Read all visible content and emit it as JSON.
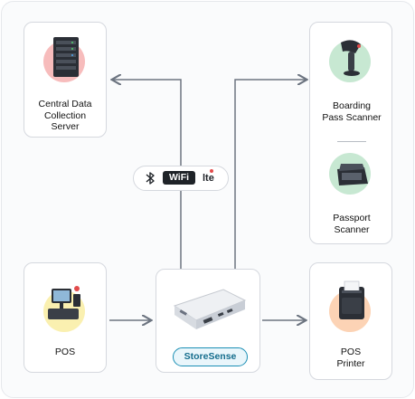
{
  "nodes": {
    "server": {
      "label_lines": [
        "Central Data",
        "Collection",
        "Server"
      ]
    },
    "boarding": {
      "label_lines": [
        "Boarding",
        "Pass Scanner"
      ]
    },
    "passport": {
      "label_lines": [
        "Passport",
        "Scanner"
      ]
    },
    "pos": {
      "label_lines": [
        "POS"
      ]
    },
    "printer": {
      "label_lines": [
        "POS",
        "Printer"
      ]
    },
    "storesense": {
      "label": "StoreSense"
    }
  },
  "connectivity": {
    "wifi_text": "WiFi",
    "lte_text": "lte"
  },
  "colors": {
    "server_circle": "#f7bcbc",
    "boarding_circle": "#c7e8d2",
    "passport_circle": "#c7e8d2",
    "pos_circle": "#faf0b0",
    "printer_circle": "#fcd3b5",
    "arrow": "#6c7480",
    "accent": "#1b8fb5"
  },
  "icons": [
    "server-rack-icon",
    "barcode-scanner-icon",
    "passport-scanner-icon",
    "pos-terminal-icon",
    "receipt-printer-icon",
    "storesense-device-icon",
    "bluetooth-icon",
    "wifi-icon",
    "lte-icon"
  ]
}
